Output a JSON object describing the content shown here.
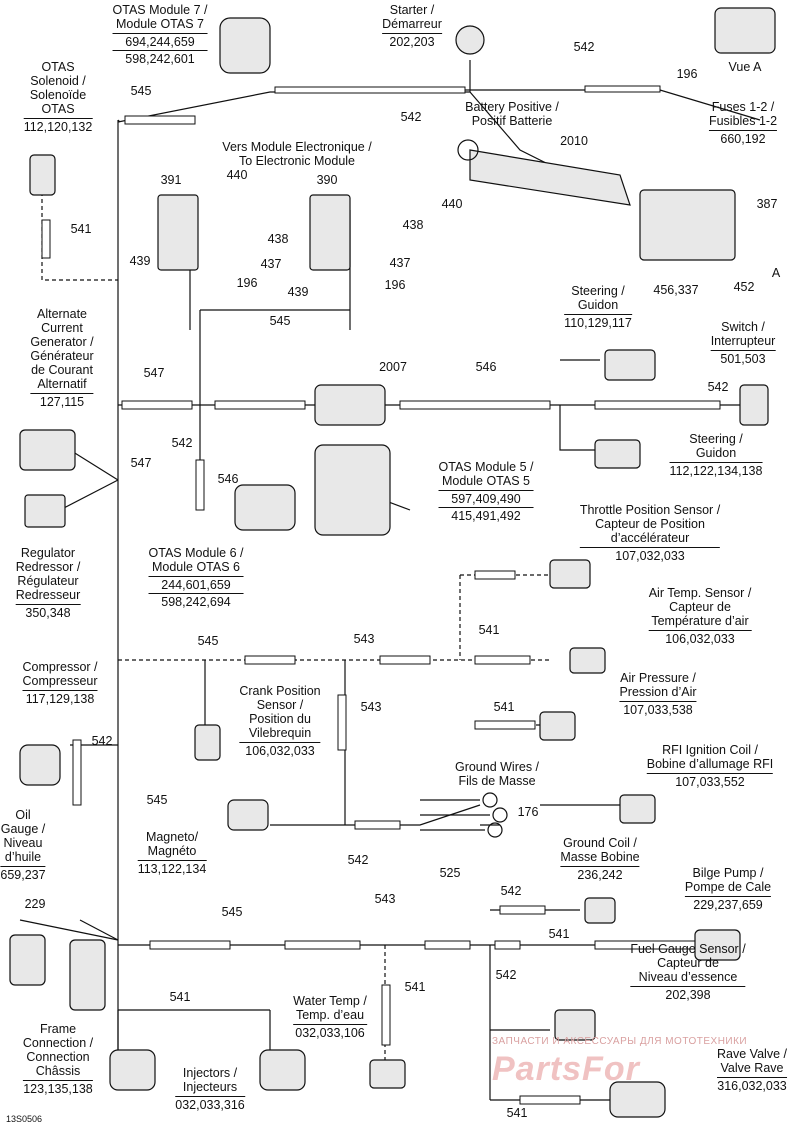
{
  "figure_code": "13S0506",
  "watermark": {
    "line1": "ЗАПЧАСТИ И АКСЕССУАРЫ ДЛЯ МОТОТЕХНИКИ",
    "line2": "PartsFor"
  },
  "components": [
    {
      "id": "otas-module-7",
      "lines": [
        "OTAS Module 7 /",
        "Module OTAS 7"
      ],
      "codes": [
        "694,244,659",
        "598,242,601"
      ]
    },
    {
      "id": "starter",
      "lines": [
        "Starter /",
        "Démarreur"
      ],
      "codes": [
        "202,203"
      ]
    },
    {
      "id": "vue-a",
      "lines": [
        "Vue A"
      ],
      "codes": []
    },
    {
      "id": "otas-solenoid",
      "lines": [
        "OTAS",
        "Solenoid /",
        "Solenoïde",
        "OTAS"
      ],
      "codes": [
        "112,120,132"
      ]
    },
    {
      "id": "battery-positive",
      "lines": [
        "Battery Positive /",
        "Positif Batterie"
      ],
      "codes": []
    },
    {
      "id": "fuses",
      "lines": [
        "Fuses 1-2 /",
        "Fusibles 1-2"
      ],
      "codes": [
        "660,192"
      ]
    },
    {
      "id": "electronic-module",
      "lines": [
        "Vers Module Electronique /",
        "To Electronic Module"
      ],
      "codes": []
    },
    {
      "id": "steering-1",
      "lines": [
        "Steering /",
        "Guidon"
      ],
      "codes": [
        "110,129,117"
      ]
    },
    {
      "id": "switch",
      "lines": [
        "Switch /",
        "Interrupteur"
      ],
      "codes": [
        "501,503"
      ]
    },
    {
      "id": "alternate-current-generator",
      "lines": [
        "Alternate",
        "Current",
        "Generator /",
        "Générateur",
        "de Courant",
        "Alternatif"
      ],
      "codes": [
        "127,115"
      ]
    },
    {
      "id": "steering-2",
      "lines": [
        "Steering /",
        "Guidon"
      ],
      "codes": [
        "112,122,134,138"
      ]
    },
    {
      "id": "otas-module-5",
      "lines": [
        "OTAS Module 5 /",
        "Module OTAS 5"
      ],
      "codes": [
        "597,409,490",
        "415,491,492"
      ]
    },
    {
      "id": "regulator",
      "lines": [
        "Regulator",
        "Redressor /",
        "Régulateur",
        "Redresseur"
      ],
      "codes": [
        "350,348"
      ]
    },
    {
      "id": "otas-module-6",
      "lines": [
        "OTAS Module 6 /",
        "Module OTAS 6"
      ],
      "codes": [
        "244,601,659",
        "598,242,694"
      ]
    },
    {
      "id": "throttle-position-sensor",
      "lines": [
        "Throttle Position Sensor /",
        "Capteur de Position",
        "d’accélérateur"
      ],
      "codes": [
        "107,032,033"
      ]
    },
    {
      "id": "air-temp-sensor",
      "lines": [
        "Air Temp. Sensor /",
        "Capteur de",
        "Température d’air"
      ],
      "codes": [
        "106,032,033"
      ]
    },
    {
      "id": "compressor",
      "lines": [
        "Compressor /",
        "Compresseur"
      ],
      "codes": [
        "117,129,138"
      ]
    },
    {
      "id": "crank-position-sensor",
      "lines": [
        "Crank Position",
        "Sensor /",
        "Position du",
        "Vilebrequin"
      ],
      "codes": [
        "106,032,033"
      ]
    },
    {
      "id": "air-pressure",
      "lines": [
        "Air Pressure /",
        "Pression d’Air"
      ],
      "codes": [
        "107,033,538"
      ]
    },
    {
      "id": "ground-wires",
      "lines": [
        "Ground Wires /",
        "Fils de Masse"
      ],
      "codes": []
    },
    {
      "id": "rfi-ignition-coil",
      "lines": [
        "RFI Ignition Coil /",
        "Bobine d’allumage RFI"
      ],
      "codes": [
        "107,033,552"
      ]
    },
    {
      "id": "oil-gauge",
      "lines": [
        "Oil",
        "Gauge /",
        "Niveau",
        "d’huile"
      ],
      "codes": [
        "659,237"
      ]
    },
    {
      "id": "magneto",
      "lines": [
        "Magneto/",
        "Magnéto"
      ],
      "codes": [
        "113,122,134"
      ]
    },
    {
      "id": "ground-coil",
      "lines": [
        "Ground Coil /",
        "Masse Bobine"
      ],
      "codes": [
        "236,242"
      ]
    },
    {
      "id": "bilge-pump",
      "lines": [
        "Bilge Pump /",
        "Pompe de Cale"
      ],
      "codes": [
        "229,237,659"
      ]
    },
    {
      "id": "fuel-gauge-sensor",
      "lines": [
        "Fuel Gauge Sensor /",
        "Capteur de",
        "Niveau d’essence"
      ],
      "codes": [
        "202,398"
      ]
    },
    {
      "id": "water-temp",
      "lines": [
        "Water Temp /",
        "Temp. d’eau"
      ],
      "codes": [
        "032,033,106"
      ]
    },
    {
      "id": "frame-connection",
      "lines": [
        "Frame",
        "Connection /",
        "Connection",
        "Châssis"
      ],
      "codes": [
        "123,135,138"
      ]
    },
    {
      "id": "injectors",
      "lines": [
        "Injectors /",
        "Injecteurs"
      ],
      "codes": [
        "032,033,316"
      ]
    },
    {
      "id": "rave-valve",
      "lines": [
        "Rave Valve /",
        "Valve Rave"
      ],
      "codes": [
        "316,032,033"
      ]
    }
  ],
  "callouts": [
    "542",
    "545",
    "542",
    "196",
    "2010",
    "387",
    "391",
    "440",
    "390",
    "440",
    "438",
    "438",
    "439",
    "196",
    "437",
    "437",
    "439",
    "196",
    "456,337",
    "452",
    "A",
    "541",
    "545",
    "547",
    "2007",
    "546",
    "542",
    "542",
    "546",
    "547",
    "545",
    "543",
    "541",
    "543",
    "541",
    "542",
    "545",
    "176",
    "542",
    "525",
    "543",
    "542",
    "541",
    "542",
    "545",
    "541",
    "541",
    "541",
    "229"
  ]
}
